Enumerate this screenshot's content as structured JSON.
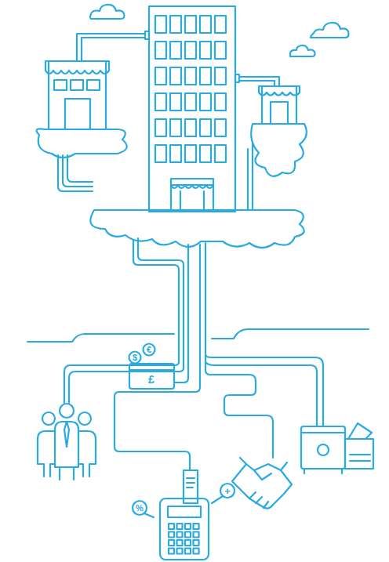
{
  "diagram": {
    "labels": [
      "$",
      "€",
      "£",
      "%",
      "+"
    ]
  }
}
